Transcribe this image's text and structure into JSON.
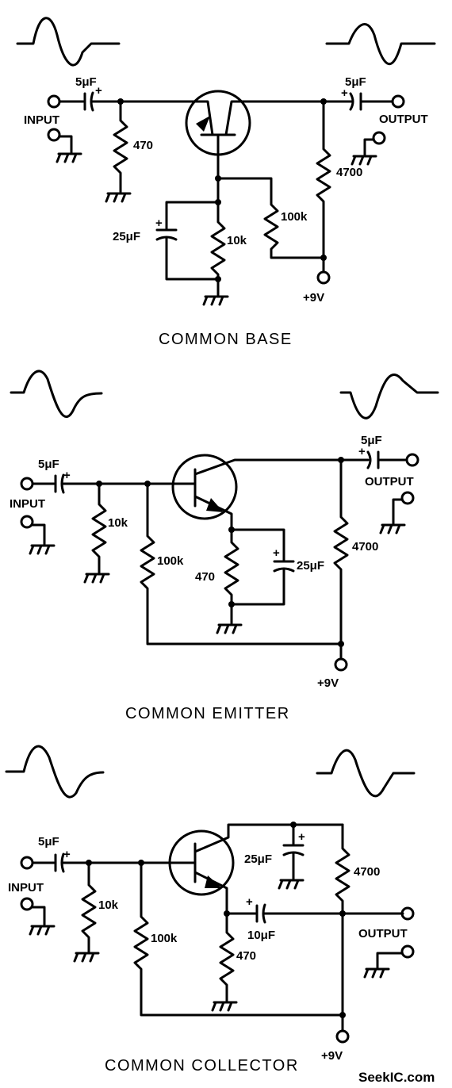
{
  "circuits": [
    {
      "title": "COMMON BASE",
      "labels": {
        "input": "INPUT",
        "output": "OUTPUT",
        "c_in": "5μF",
        "c_out": "5μF",
        "c_bypass": "25μF",
        "r_in": "470",
        "r_load": "4700",
        "r_base_top": "100k",
        "r_base_bot": "10k",
        "supply": "+9V"
      }
    },
    {
      "title": "COMMON EMITTER",
      "labels": {
        "input": "INPUT",
        "output": "OUTPUT",
        "c_in": "5μF",
        "c_out": "5μF",
        "c_bypass": "25μF",
        "r_in": "10k",
        "r_bias": "100k",
        "r_emit": "470",
        "r_load": "4700",
        "supply": "+9V"
      }
    },
    {
      "title": "COMMON COLLECTOR",
      "labels": {
        "input": "INPUT",
        "output": "OUTPUT",
        "c_in": "5μF",
        "c_bypass": "25μF",
        "c_out": "10μF",
        "r_in": "10k",
        "r_bias": "100k",
        "r_emit": "470",
        "r_top": "4700",
        "supply": "+9V"
      }
    }
  ],
  "watermark": "SeekIC.com"
}
